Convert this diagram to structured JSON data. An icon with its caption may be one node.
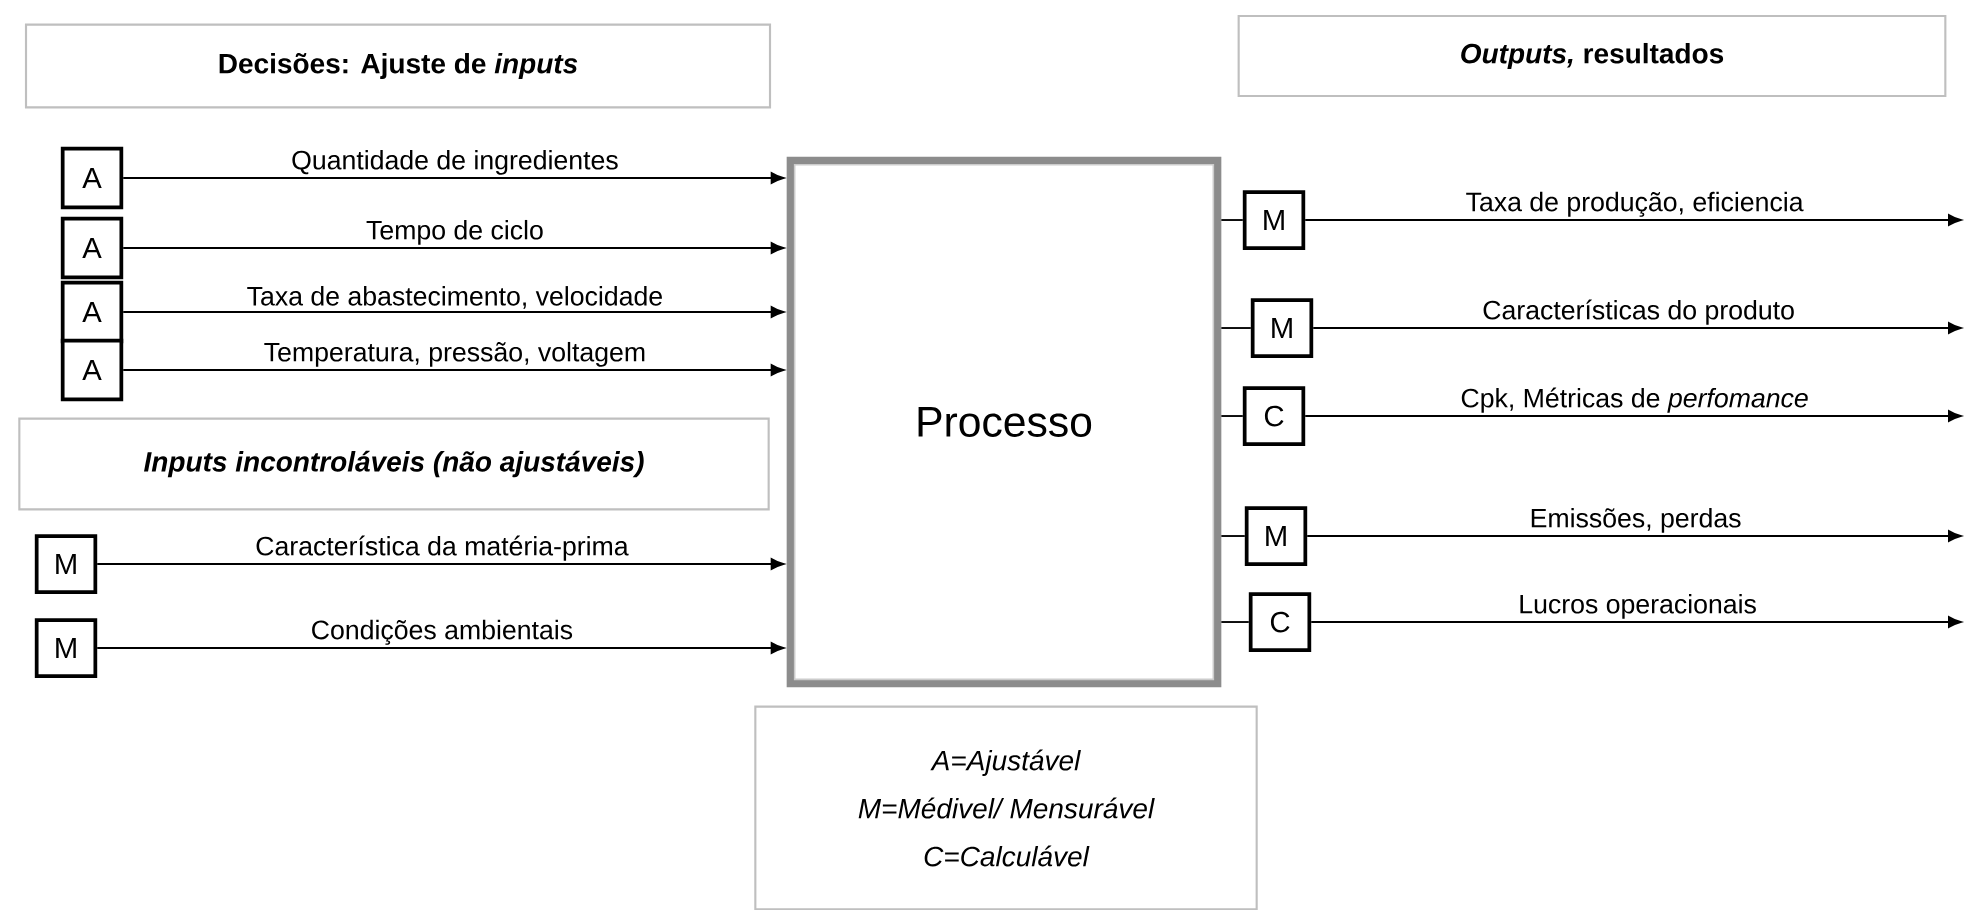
{
  "diagram": {
    "nodes": [
      {
        "text": [
          "Decisões: Ajuste de *inputs*"
        ]
      },
      {
        "text": [
          "*Outputs,* resultados"
        ]
      },
      {
        "text": [
          "Inputs incontroláveis (não ajustáveis)"
        ]
      },
      {
        "text": [
          "Processo"
        ]
      },
      {
        "text": [
          "A=Ajustável",
          "M=Médivel/ Mensurável",
          "C=Calculável"
        ]
      },
      {
        "text": [
          "A"
        ]
      },
      {
        "text": [
          "A"
        ]
      },
      {
        "text": [
          "A"
        ]
      },
      {
        "text": [
          "A"
        ]
      },
      {
        "text": [
          "M"
        ]
      },
      {
        "text": [
          "M"
        ]
      },
      {
        "text": [
          "M"
        ]
      },
      {
        "text": [
          "M"
        ]
      },
      {
        "text": [
          "C"
        ]
      },
      {
        "text": [
          "M"
        ]
      },
      {
        "text": [
          "C"
        ]
      }
    ],
    "edges": [
      {
        "from": 5,
        "to": 3,
        "arrow": "to",
        "label": "Quantidade de ingredientes"
      },
      {
        "from": 6,
        "to": 3,
        "arrow": "to",
        "label": "Tempo de ciclo"
      },
      {
        "from": 7,
        "to": 3,
        "arrow": "to",
        "label": "Taxa de abastecimento, velocidade"
      },
      {
        "from": 8,
        "to": 3,
        "arrow": "to",
        "label": "Temperatura, pressão, voltagem"
      },
      {
        "from": 9,
        "to": 3,
        "arrow": "to",
        "label": "Característica da matéria-prima"
      },
      {
        "from": 10,
        "to": 3,
        "arrow": "to",
        "label": "Condições ambientais"
      },
      {
        "from": 3,
        "to": 11,
        "arrow": "none"
      },
      {
        "from": 11,
        "to": null,
        "arrow": "to",
        "label": "Taxa de produção, eficiencia"
      },
      {
        "from": 3,
        "to": 12,
        "arrow": "none"
      },
      {
        "from": 12,
        "to": null,
        "arrow": "to",
        "label": "Características do produto"
      },
      {
        "from": 3,
        "to": 13,
        "arrow": "none"
      },
      {
        "from": 13,
        "to": null,
        "arrow": "to",
        "label": "Cpk, Métricas de *perfomance*"
      },
      {
        "from": 3,
        "to": 14,
        "arrow": "none"
      },
      {
        "from": 14,
        "to": null,
        "arrow": "to",
        "label": "Emissões, perdas"
      },
      {
        "from": 3,
        "to": 15,
        "arrow": "none"
      },
      {
        "from": 15,
        "to": null,
        "arrow": "to",
        "label": "Lucros operacionais"
      }
    ]
  }
}
